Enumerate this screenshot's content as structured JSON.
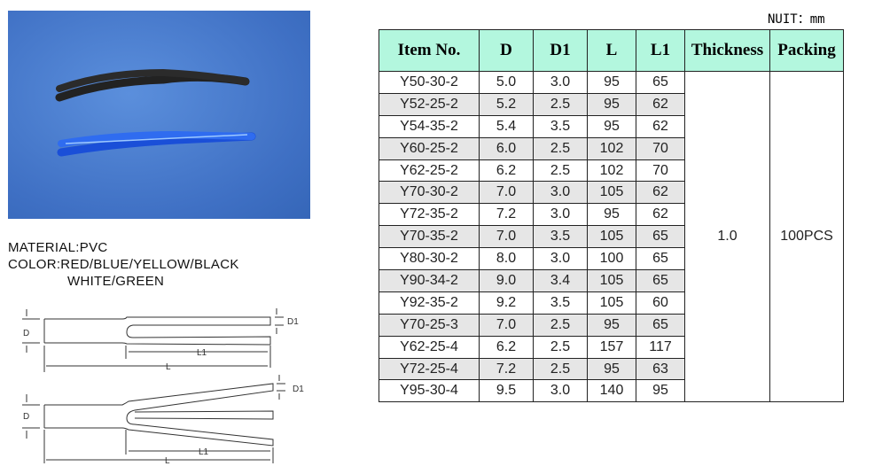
{
  "unit_label": "NUIT：mm",
  "spec": {
    "material": "MATERIAL:PVC",
    "color_line1": "COLOR:RED/BLUE/YELLOW/BLACK",
    "color_line2": "WHITE/GREEN"
  },
  "diagram": {
    "d": "D",
    "d1": "D1",
    "l": "L",
    "l1": "L1"
  },
  "table": {
    "headers": [
      "Item No.",
      "D",
      "D1",
      "L",
      "L1",
      "Thickness",
      "Packing"
    ],
    "thickness": "1.0",
    "packing": "100PCS",
    "rows": [
      [
        "Y50-30-2",
        "5.0",
        "3.0",
        "95",
        "65"
      ],
      [
        "Y52-25-2",
        "5.2",
        "2.5",
        "95",
        "62"
      ],
      [
        "Y54-35-2",
        "5.4",
        "3.5",
        "95",
        "62"
      ],
      [
        "Y60-25-2",
        "6.0",
        "2.5",
        "102",
        "70"
      ],
      [
        "Y62-25-2",
        "6.2",
        "2.5",
        "102",
        "70"
      ],
      [
        "Y70-30-2",
        "7.0",
        "3.0",
        "105",
        "62"
      ],
      [
        "Y72-35-2",
        "7.2",
        "3.0",
        "95",
        "62"
      ],
      [
        "Y70-35-2",
        "7.0",
        "3.5",
        "105",
        "65"
      ],
      [
        "Y80-30-2",
        "8.0",
        "3.0",
        "100",
        "65"
      ],
      [
        "Y90-34-2",
        "9.0",
        "3.4",
        "105",
        "65"
      ],
      [
        "Y92-35-2",
        "9.2",
        "3.5",
        "105",
        "60"
      ],
      [
        "Y70-25-3",
        "7.0",
        "2.5",
        "95",
        "65"
      ],
      [
        "Y62-25-4",
        "6.2",
        "2.5",
        "157",
        "117"
      ],
      [
        "Y72-25-4",
        "7.2",
        "2.5",
        "95",
        "63"
      ],
      [
        "Y95-30-4",
        "9.5",
        "3.0",
        "140",
        "95"
      ]
    ]
  }
}
